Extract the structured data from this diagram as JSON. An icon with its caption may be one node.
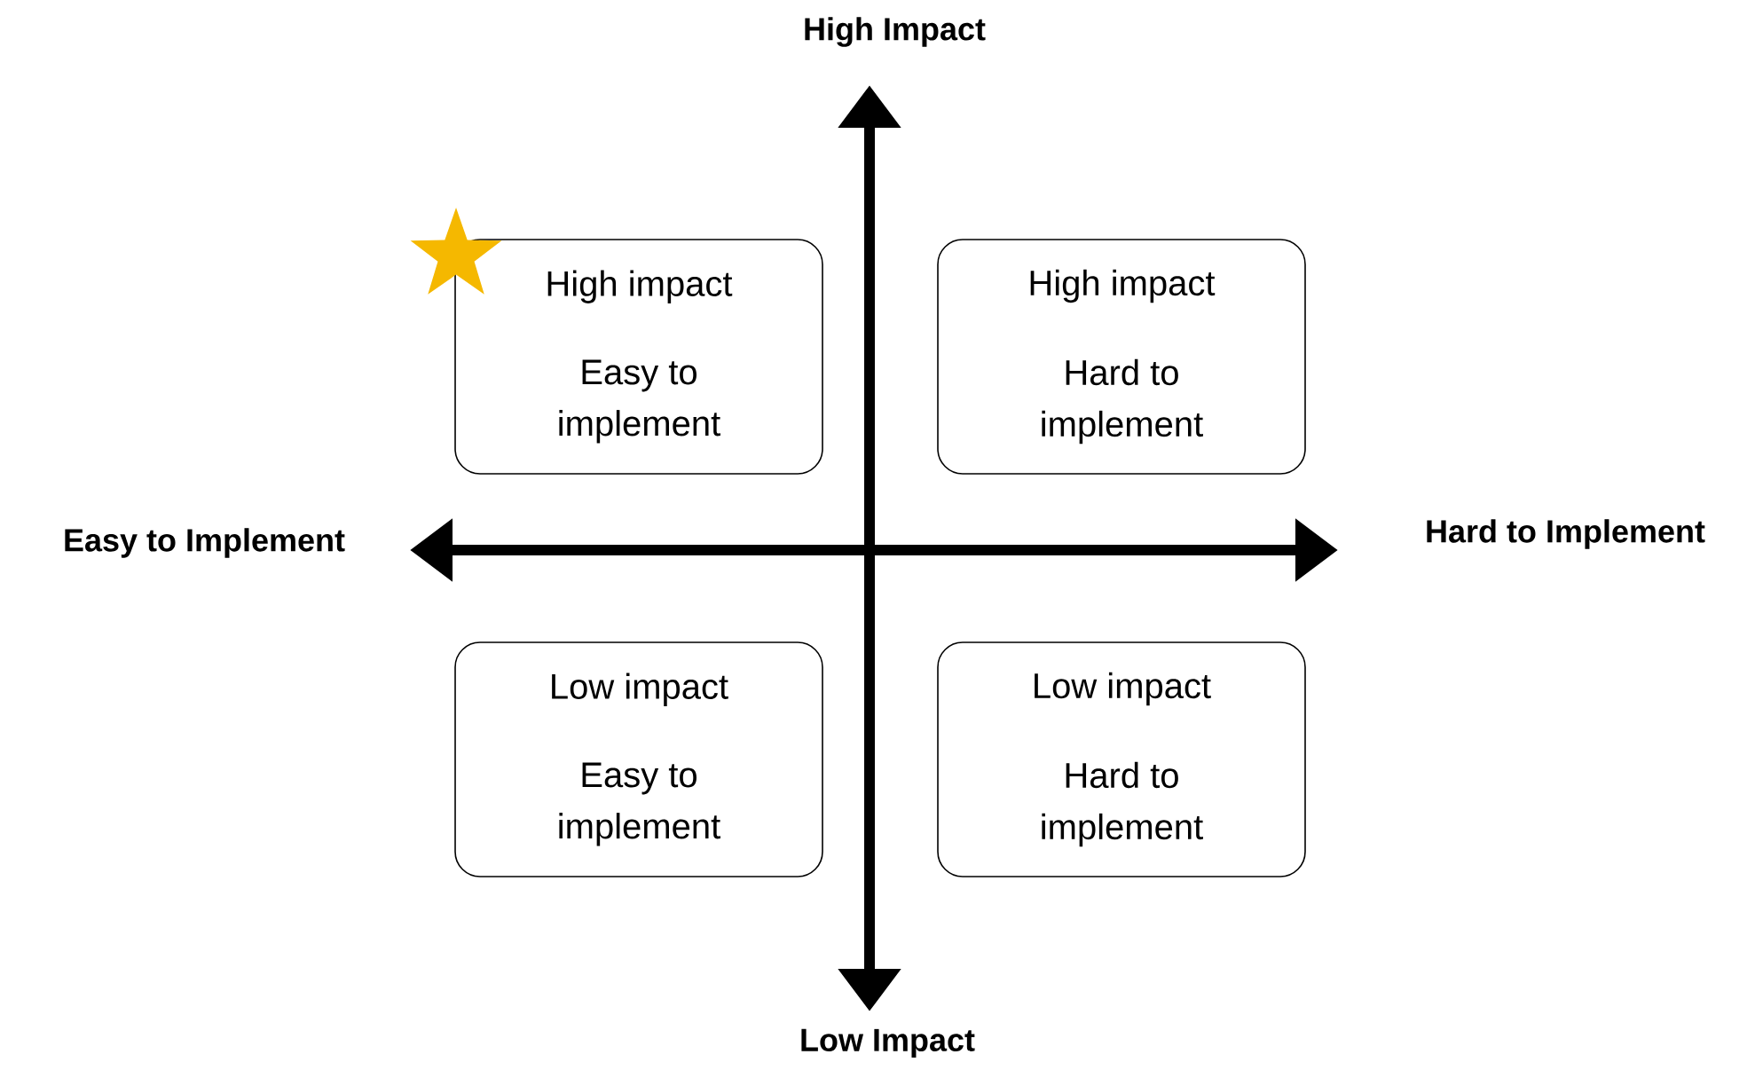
{
  "diagram": {
    "nodes": [
      {
        "text": [
          "High impact",
          "Easy to implement"
        ]
      },
      {
        "text": [
          "High impact",
          "Hard to implement"
        ]
      },
      {
        "text": [
          "Low impact",
          "Easy to implement"
        ]
      },
      {
        "text": [
          "Low impact",
          "Hard to implement"
        ]
      }
    ],
    "labels": [
      "High Impact",
      "Easy to Implement",
      "Hard to Implement",
      "Low Impact"
    ]
  }
}
